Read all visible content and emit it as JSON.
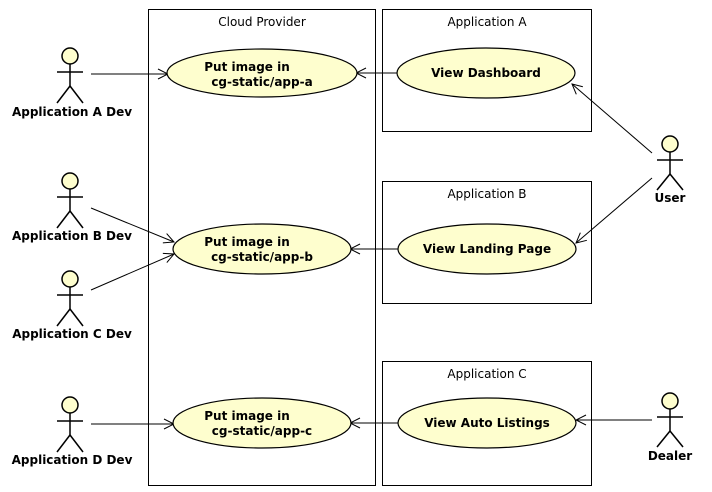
{
  "boxes": {
    "cloud_provider": "Cloud Provider",
    "application_a": "Application A",
    "application_b": "Application B",
    "application_c": "Application C"
  },
  "actors": {
    "app_a_dev": "Application A Dev",
    "app_b_dev": "Application B Dev",
    "app_c_dev": "Application C Dev",
    "app_d_dev": "Application D Dev",
    "user": "User",
    "dealer": "Dealer"
  },
  "use_cases": {
    "put_app_a": {
      "line1": "Put image in",
      "line2": "cg-static/app-a"
    },
    "put_app_b": {
      "line1": "Put image in",
      "line2": "cg-static/app-b"
    },
    "put_app_c": {
      "line1": "Put image in",
      "line2": "cg-static/app-c"
    },
    "view_dashboard": "View Dashboard",
    "view_landing_page": "View Landing Page",
    "view_auto_listings": "View Auto Listings"
  },
  "colors": {
    "use_case_fill": "#fefece",
    "line": "#000000"
  }
}
